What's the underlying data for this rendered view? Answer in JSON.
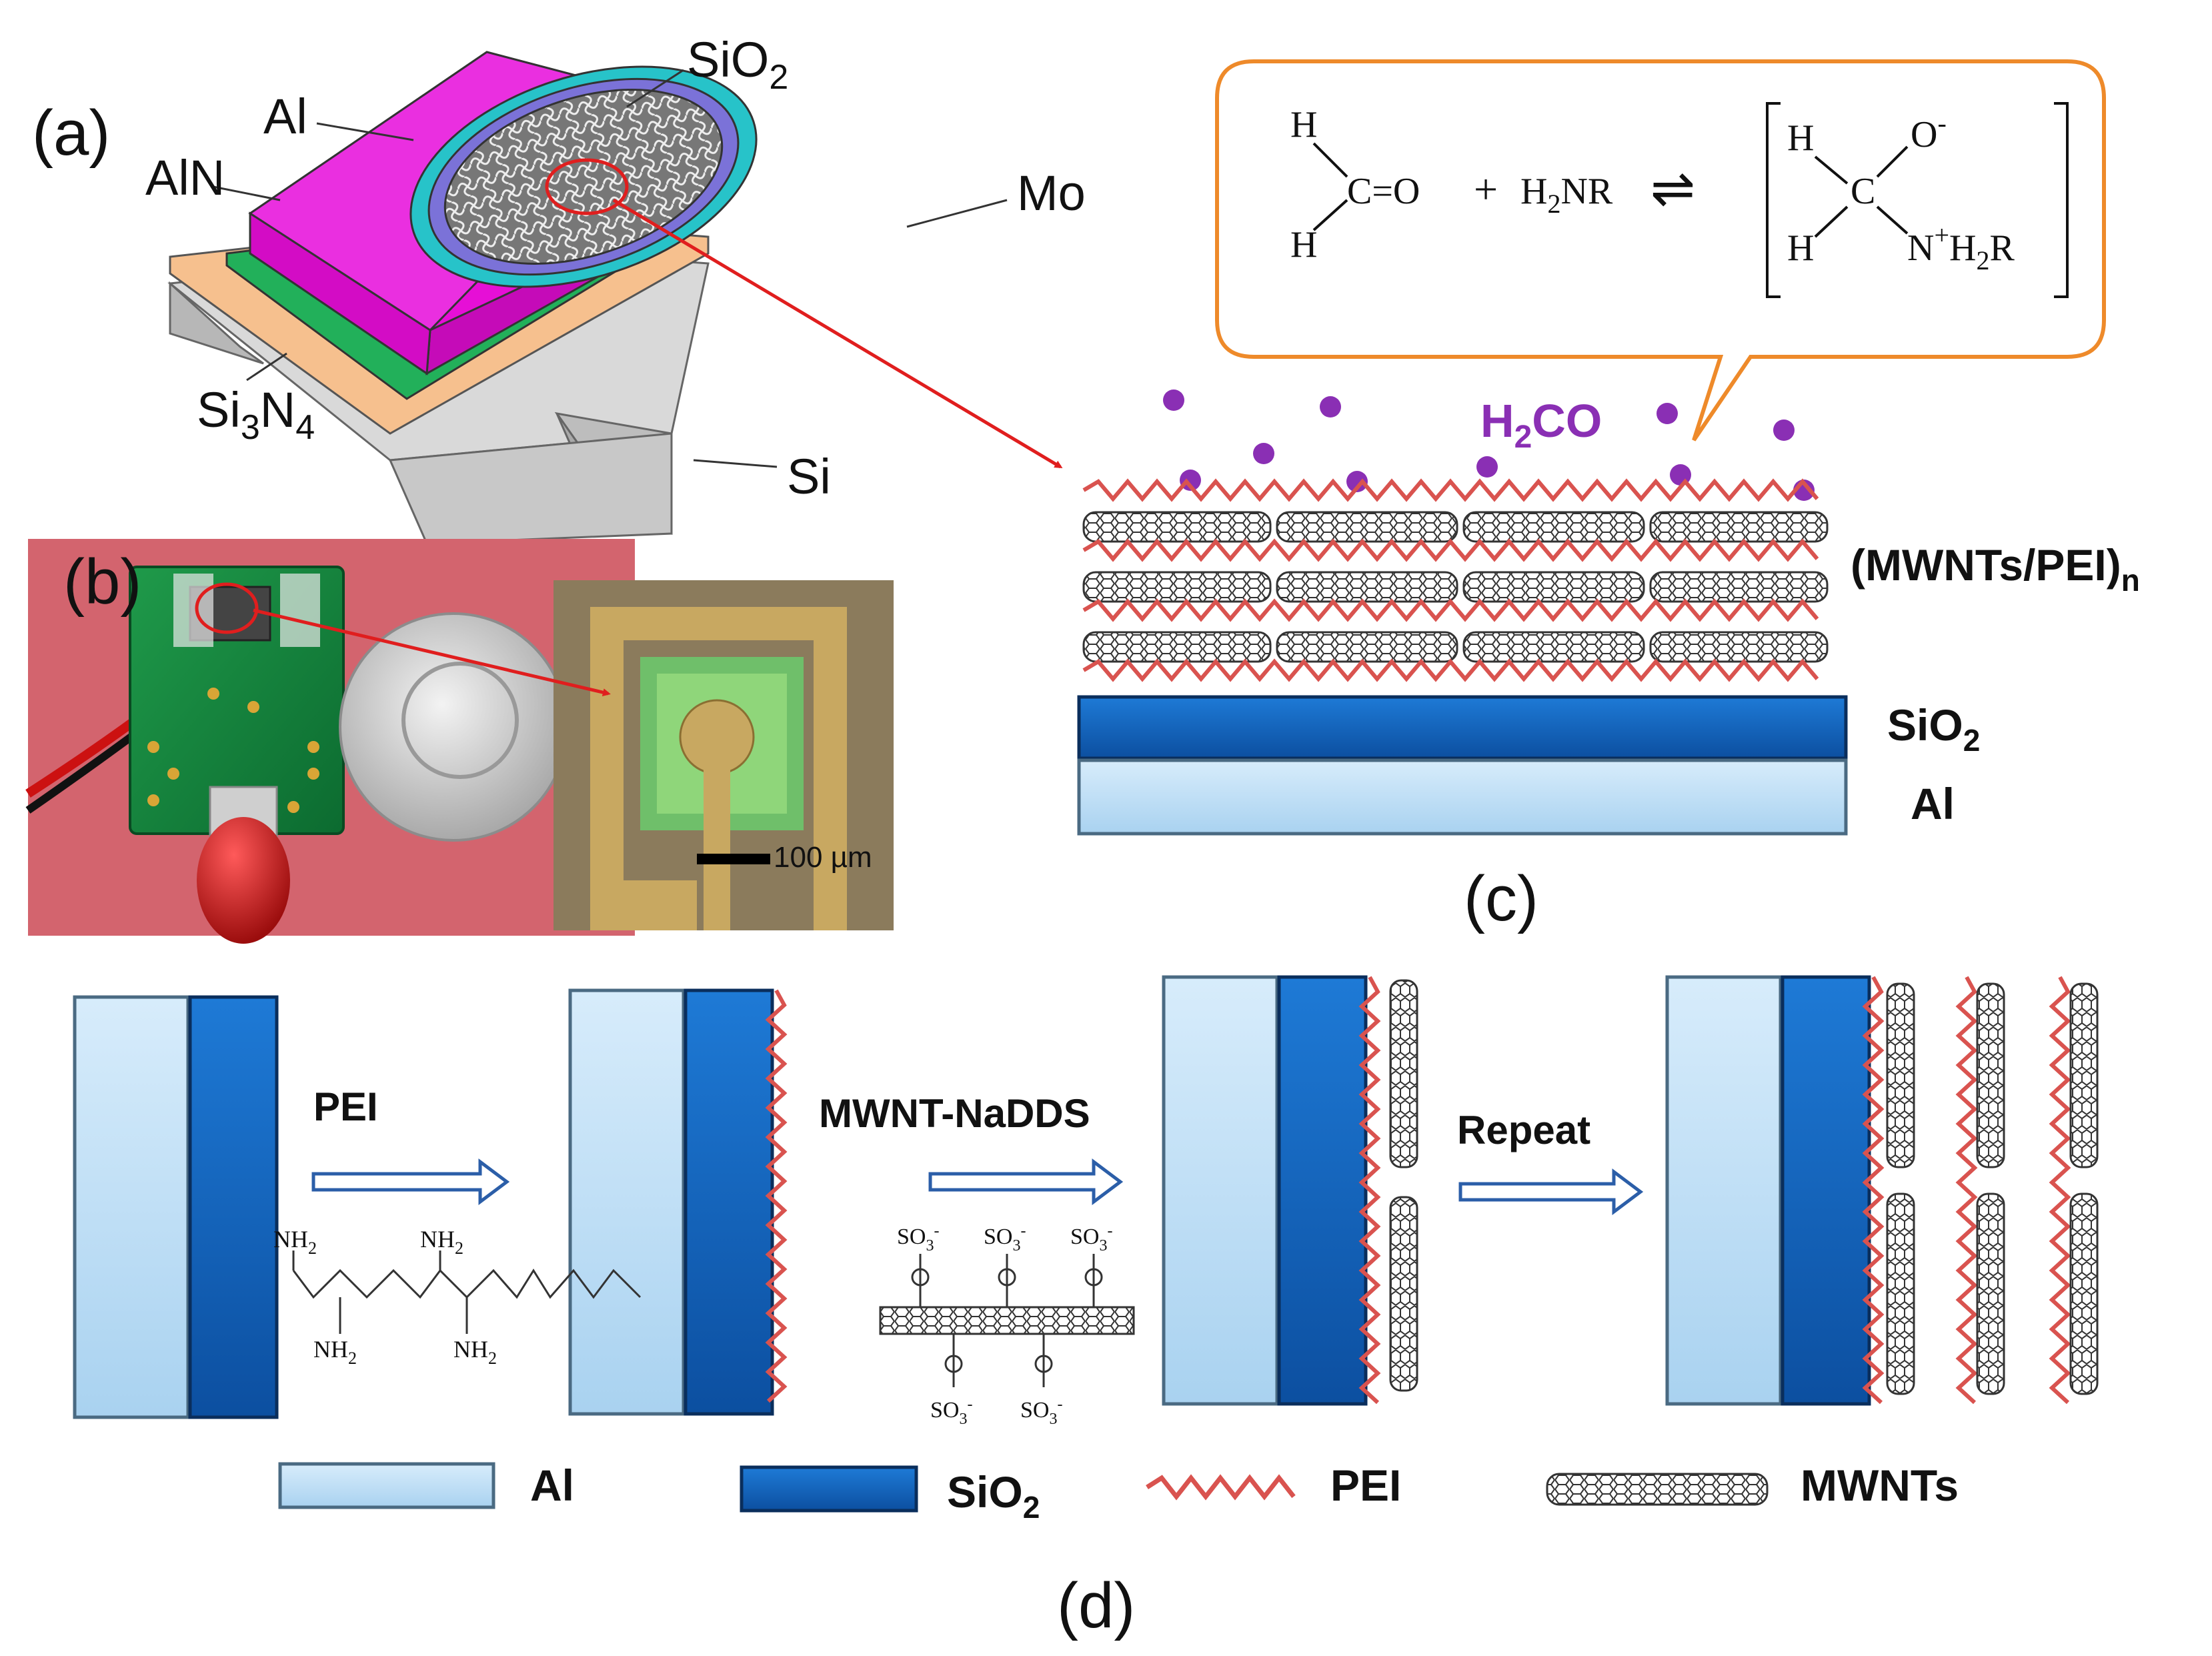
{
  "panels": {
    "a": "(a)",
    "b": "(b)",
    "c": "(c)",
    "d": "(d)"
  },
  "device_labels": {
    "sio2": "SiO",
    "sio2_sub": "2",
    "al": "Al",
    "aln": "AlN",
    "mo": "Mo",
    "si3n4_a": "Si",
    "si3n4_sub3": "3",
    "si3n4_b": "N",
    "si3n4_sub4": "4",
    "si": "Si"
  },
  "photo": {
    "scale_bar": "100 µm"
  },
  "reaction": {
    "h1": "H",
    "h2": "H",
    "co": "C=O",
    "plus": "+",
    "amine_a": "H",
    "amine_sub": "2",
    "amine_b": "NR",
    "arrow": "⇌",
    "p_h1": "H",
    "p_h2": "H",
    "p_c": "C",
    "p_o": "O",
    "p_o_sup": "-",
    "p_n": "N",
    "p_n_sup": "+",
    "p_n_b": "H",
    "p_n_sub": "2",
    "p_n_c": "R"
  },
  "layers_c": {
    "gas_a": "H",
    "gas_sub": "2",
    "gas_b": "CO",
    "film_a": "(MWNTs/PEI)",
    "film_sub": "n",
    "sio2": "SiO",
    "sio2_sub": "2",
    "al": "Al"
  },
  "steps_d": {
    "pei": "PEI",
    "mwnt": "MWNT-NaDDS",
    "repeat": "Repeat",
    "nh2": "NH",
    "nh2_sub": "2",
    "so3": "SO",
    "so3_sub": "3",
    "so3_sup": "-"
  },
  "legend": {
    "al": "Al",
    "sio2": "SiO",
    "sio2_sub": "2",
    "pei": "PEI",
    "mwnts": "MWNTs"
  },
  "colors": {
    "magenta": "#e60fd6",
    "cyan": "#27c3c9",
    "purple_ring": "#7b72d8",
    "peach": "#f6c08e",
    "green": "#22b05a",
    "gray": "#c9c9c9",
    "sio2_blue": "#1565c0",
    "al_blue": "#bfe0f6",
    "pei_red": "#d9534f",
    "molecule": "#8a2fb4",
    "orange": "#ee8a2a",
    "arrow_red": "#e01e1e"
  }
}
